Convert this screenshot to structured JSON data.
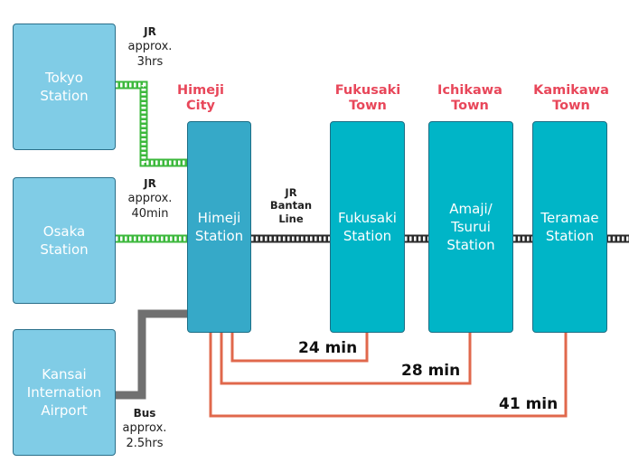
{
  "origins": [
    {
      "id": "tokyo",
      "lines": [
        "Tokyo",
        "Station"
      ]
    },
    {
      "id": "osaka",
      "lines": [
        "Osaka",
        "Station"
      ]
    },
    {
      "id": "kansai",
      "lines": [
        "Kansai",
        "Internation",
        "Airport"
      ]
    }
  ],
  "routes": {
    "tokyo": {
      "carrier": "JR",
      "duration_lines": [
        "approx.",
        "3hrs"
      ]
    },
    "osaka": {
      "carrier": "JR",
      "duration_lines": [
        "approx.",
        "40min"
      ]
    },
    "kansai": {
      "carrier": "Bus",
      "duration_lines": [
        "approx.",
        "2.5hrs"
      ]
    }
  },
  "bantan_line": {
    "lines": [
      "JR",
      "Bantan",
      "Line"
    ]
  },
  "cities": [
    {
      "lines": [
        "Himeji",
        "City"
      ]
    },
    {
      "lines": [
        "Fukusaki",
        "Town"
      ]
    },
    {
      "lines": [
        "Ichikawa",
        "Town"
      ]
    },
    {
      "lines": [
        "Kamikawa",
        "Town"
      ]
    }
  ],
  "stations": [
    {
      "lines": [
        "Himeji",
        "Station"
      ]
    },
    {
      "lines": [
        "Fukusaki",
        "Station"
      ]
    },
    {
      "lines": [
        "Amaji/",
        "Tsurui",
        "Station"
      ]
    },
    {
      "lines": [
        "Teramae",
        "Station"
      ]
    }
  ],
  "travel_times": [
    {
      "to": "Fukusaki Station",
      "label": "24 min"
    },
    {
      "to": "Amaji/Tsurui Station",
      "label": "28 min"
    },
    {
      "to": "Teramae Station",
      "label": "41 min"
    }
  ],
  "colors": {
    "jr_green": "#3cb83c",
    "bantan_track": "#2b2b2b",
    "bus_gray": "#707070",
    "time_line": "#e0684c",
    "city_red": "#e8475a",
    "origin_fill": "#80cce6",
    "station_fill": "#00b5c7",
    "himeji_fill": "#36a9c8"
  }
}
